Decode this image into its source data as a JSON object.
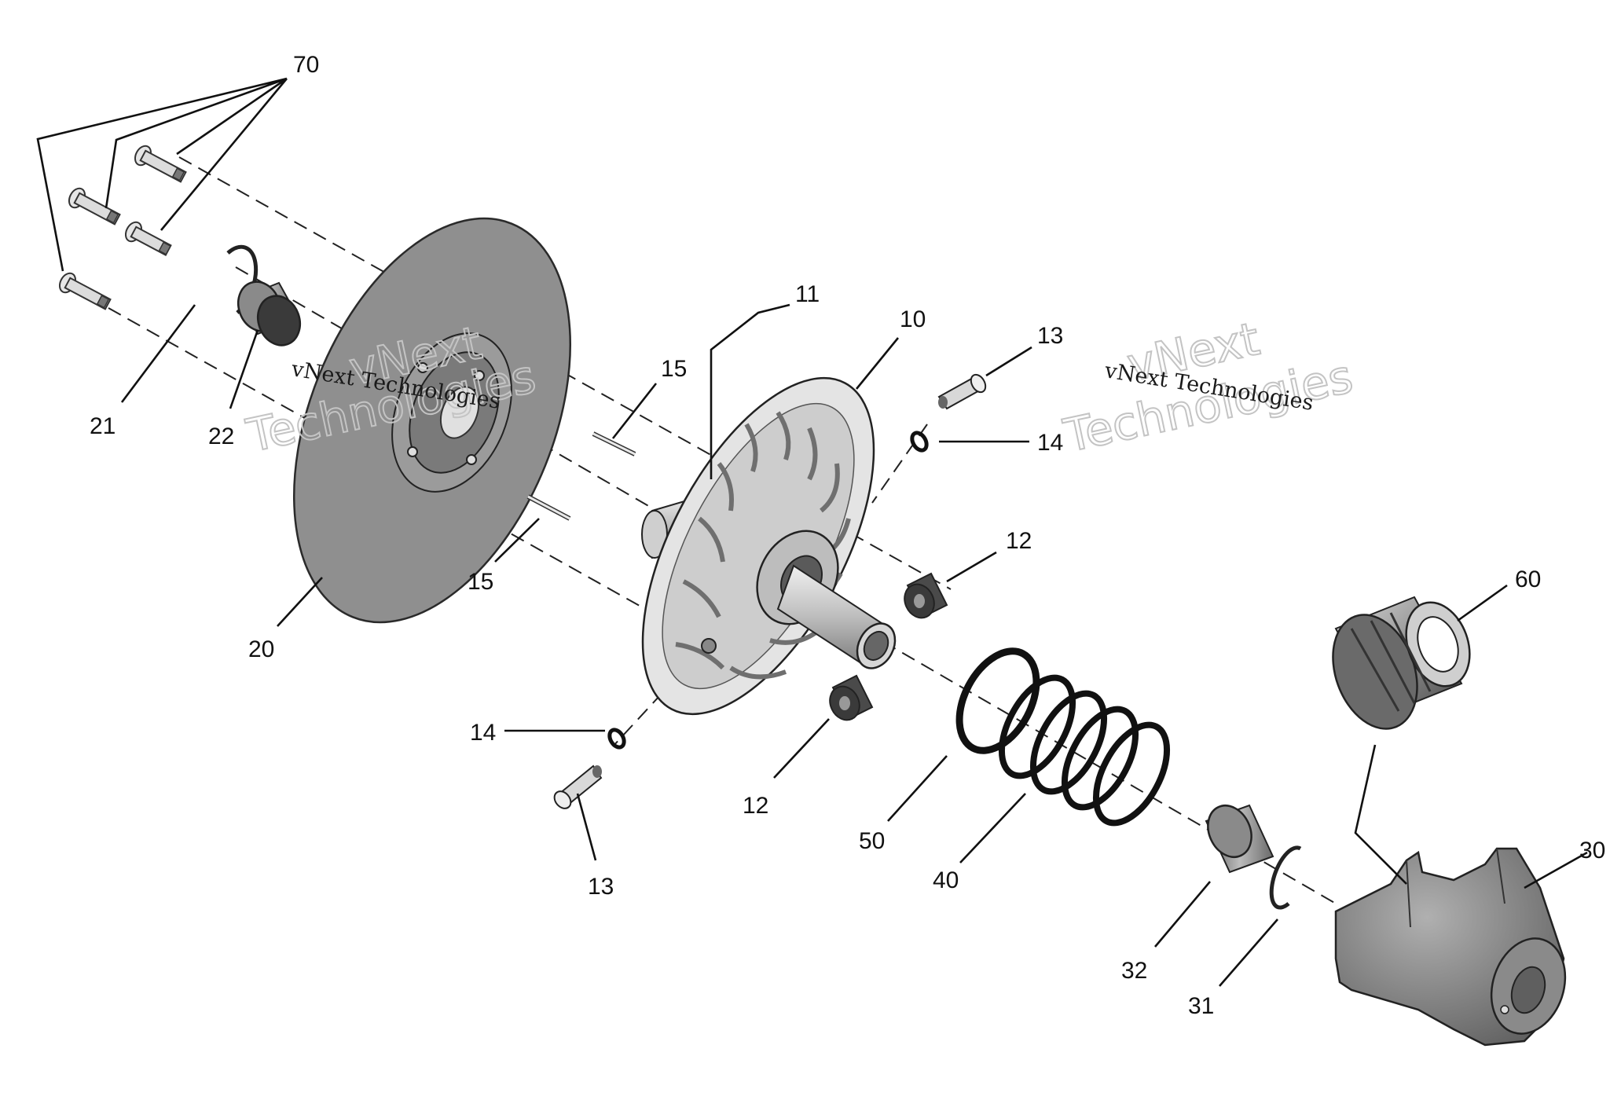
{
  "callouts": {
    "c70": "70",
    "c21": "21",
    "c22": "22",
    "c20": "20",
    "c11": "11",
    "c10": "10",
    "c15a": "15",
    "c15b": "15",
    "c13a": "13",
    "c14a": "14",
    "c12a": "12",
    "c12b": "12",
    "c14b": "14",
    "c13b": "13",
    "c50": "50",
    "c40": "40",
    "c60": "60",
    "c30": "30",
    "c32": "32",
    "c31": "31"
  },
  "watermarks": {
    "left": {
      "line_small": "vNext Technologies",
      "line_big_1": "vNext",
      "line_big_2": "Technologies"
    },
    "right": {
      "line_small": "vNext Technologies",
      "line_big_1": "vNext",
      "line_big_2": "Technologies"
    }
  },
  "colors": {
    "disc_fill": "#8f8f8f",
    "part_grey": "#a6a6a6",
    "part_dark": "#555555",
    "line": "#111111"
  }
}
